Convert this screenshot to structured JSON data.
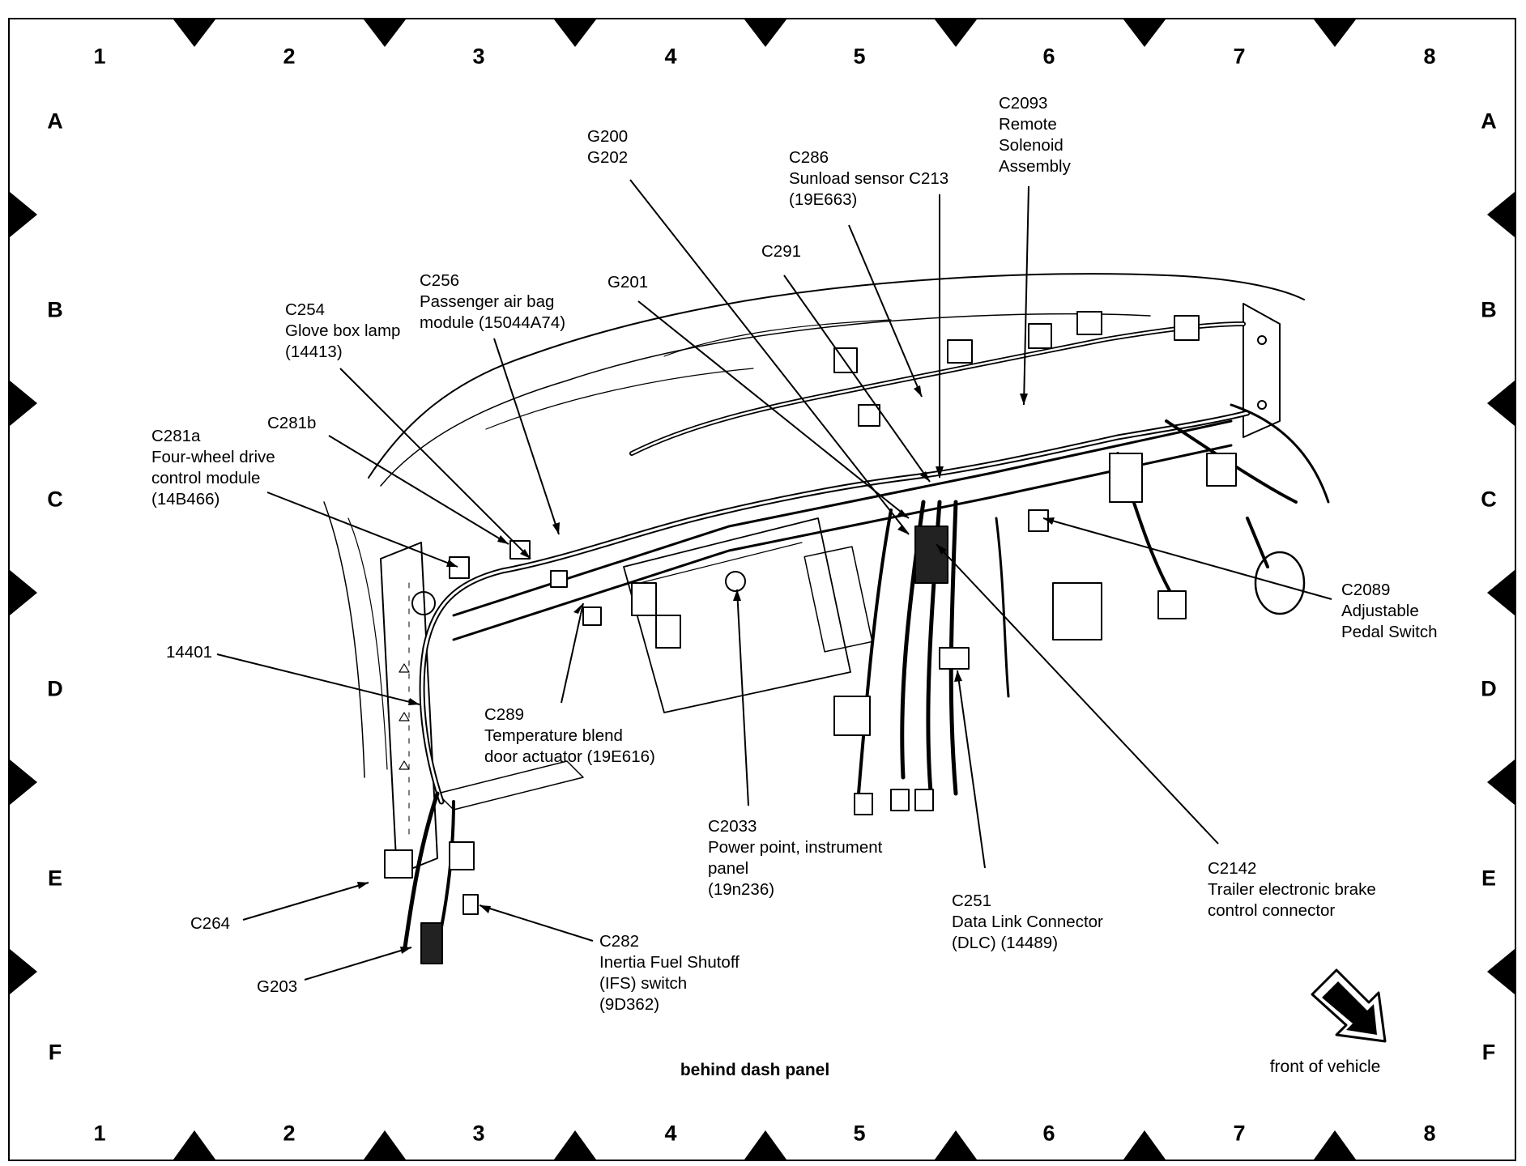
{
  "grid": {
    "columns": [
      "1",
      "2",
      "3",
      "4",
      "5",
      "6",
      "7",
      "8"
    ],
    "rows": [
      "A",
      "B",
      "C",
      "D",
      "E",
      "F"
    ]
  },
  "callouts": {
    "g200_g202": [
      "G200",
      "G202"
    ],
    "c2093": [
      "C2093",
      "Remote",
      "Solenoid",
      "Assembly"
    ],
    "c286": [
      "C286",
      "Sunload sensor C213",
      "(19E663)"
    ],
    "c291": [
      "C291"
    ],
    "g201": [
      "G201"
    ],
    "c256": [
      "C256",
      "Passenger air bag",
      "module (15044A74)"
    ],
    "c254": [
      "C254",
      "Glove box lamp",
      "(14413)"
    ],
    "c281b": [
      "C281b"
    ],
    "c281a": [
      "C281a",
      "Four-wheel drive",
      "control module",
      "(14B466)"
    ],
    "p14401": [
      "14401"
    ],
    "c289": [
      "C289",
      "Temperature blend",
      "door actuator (19E616)"
    ],
    "c2033": [
      "C2033",
      "Power point, instrument",
      "panel",
      "(19n236)"
    ],
    "c251": [
      "C251",
      "Data Link Connector",
      "(DLC) (14489)"
    ],
    "c2142": [
      "C2142",
      "Trailer electronic brake",
      "control connector"
    ],
    "c2089": [
      "C2089",
      "Adjustable",
      "Pedal Switch"
    ],
    "c264": [
      "C264"
    ],
    "g203": [
      "G203"
    ],
    "c282": [
      "C282",
      "Inertia Fuel Shutoff",
      "(IFS) switch",
      "(9D362)"
    ]
  },
  "caption": "behind dash panel",
  "orientation": {
    "label": "front of vehicle",
    "icon": "direction-arrow-icon"
  }
}
